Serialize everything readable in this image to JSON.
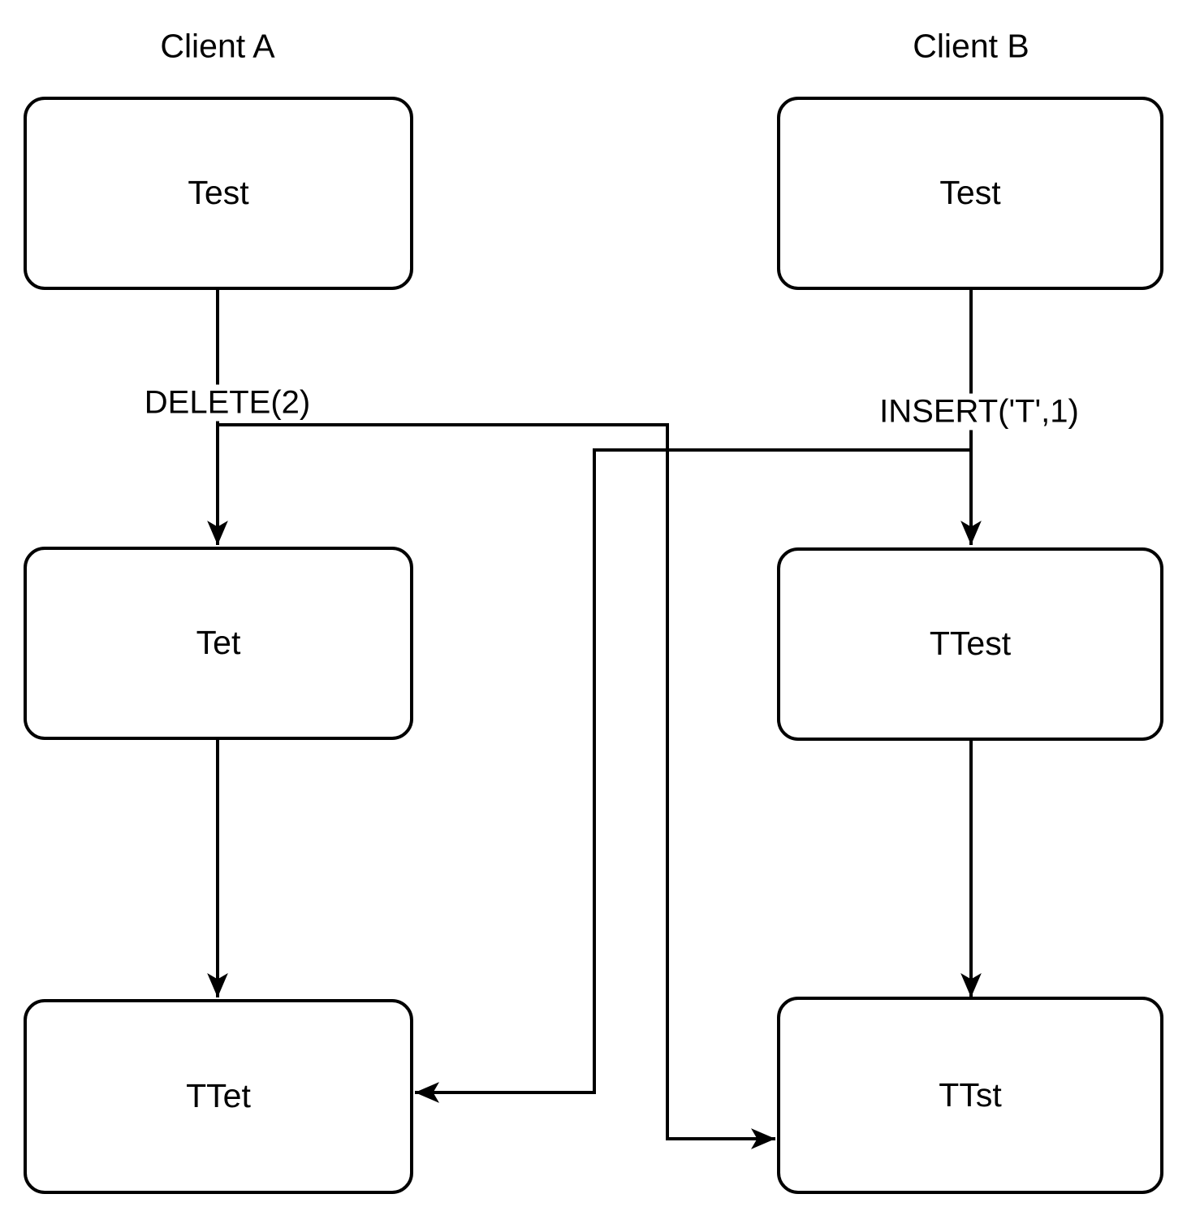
{
  "colors": {
    "background": "#ffffff",
    "line": "#000000",
    "text": "#000000"
  },
  "clients": [
    {
      "header": "Client A",
      "states": [
        "Test",
        "Tet",
        "TTet"
      ],
      "operation_label": "DELETE(2)"
    },
    {
      "header": "Client B",
      "states": [
        "Test",
        "TTest",
        "TTst"
      ],
      "operation_label": "INSERT('T',1)"
    }
  ],
  "edges": [
    {
      "from": "clientA:Test",
      "to": "clientA:Tet",
      "label": "DELETE(2)"
    },
    {
      "from": "clientB:Test",
      "to": "clientB:TTest",
      "label": "INSERT('T',1)"
    },
    {
      "from": "clientA:Tet",
      "to": "clientA:TTet",
      "label": ""
    },
    {
      "from": "clientB:TTest",
      "to": "clientB:TTst",
      "label": ""
    },
    {
      "from": "clientA:DELETE(2)",
      "to": "clientB:TTst",
      "label": ""
    },
    {
      "from": "clientB:INSERT('T',1)",
      "to": "clientA:TTet",
      "label": ""
    }
  ]
}
